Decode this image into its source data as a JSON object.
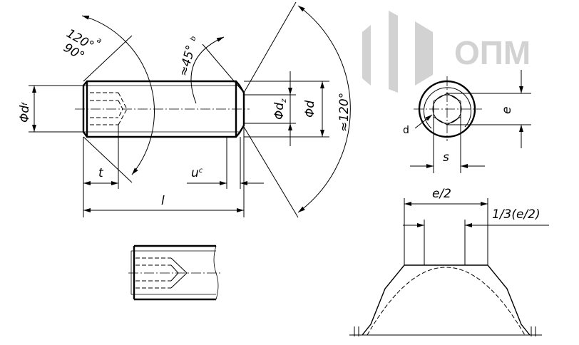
{
  "labels": {
    "angle_top": "120°",
    "angle_top2": "90°",
    "angle_top_note": "a",
    "angle_45": "≈45°",
    "angle_45_note": "b",
    "angle_right": "≈120°",
    "phi_df": "Φd",
    "phi_df_sub": "f",
    "phi_dz": "Φd",
    "phi_dz_sub": "z",
    "phi_d": "Φd",
    "t": "t",
    "u": "u",
    "u_note": "c",
    "l": "l",
    "e": "e",
    "s": "s",
    "d": "d",
    "e_half": "e/2",
    "third_e_half": "1/3(e/2)"
  },
  "logo": {
    "text": "ОПМ",
    "color": "#d2d2d2"
  }
}
